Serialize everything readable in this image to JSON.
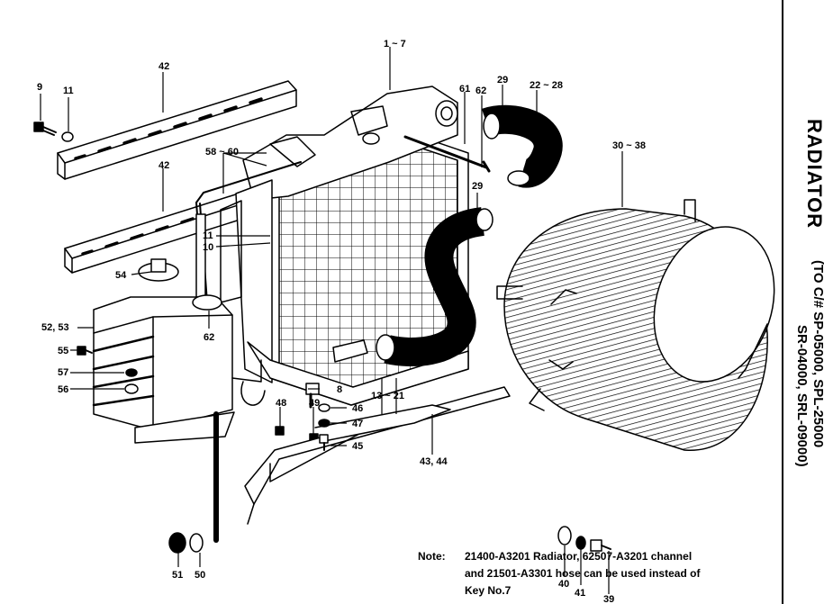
{
  "title": "RADIATOR",
  "subtitle_line1": "(TO C/#   SP-05000,  SPL-25000",
  "subtitle_line2": "SR-04000,  SRL-09000)",
  "note": {
    "label": "Note:",
    "lines": [
      "21400-A3201 Radiator, 62507-A3201 channel",
      "and 21501-A3301 hose can be used instead of",
      "Key No.7"
    ]
  },
  "callouts": {
    "radiator": "1 ~ 7",
    "channel_top": "42",
    "channel_bottom": "42",
    "bolt": "9",
    "washer_top": "11",
    "bracket_left": "58 ~ 60",
    "part_61": "61",
    "part_62_top": "62",
    "hose_top": "29",
    "hose_top_set": "22 ~ 28",
    "shroud": "30 ~ 38",
    "hose_mid": "29",
    "washer_11": "11",
    "part_10": "10",
    "cap": "54",
    "reservoir": "52, 53",
    "bolt_55": "55",
    "washer_57": "57",
    "washer_56": "56",
    "hose_reservoir": "62",
    "part_8": "8",
    "bolt_49": "49",
    "bolt_48": "48",
    "hose_bottom_set": "13 ~ 21",
    "stay": "43, 44",
    "washer_46": "46",
    "washer_47": "47",
    "bolt_45": "45",
    "nut_51": "51",
    "washer_50": "50",
    "washer_40": "40",
    "washer_41": "41",
    "bolt_39": "39"
  }
}
